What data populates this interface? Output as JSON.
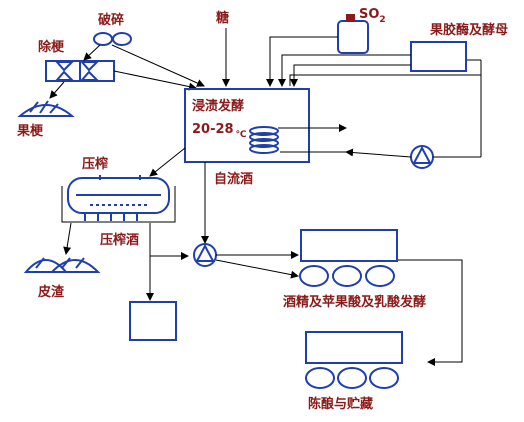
{
  "labels": {
    "crush": "破碎",
    "destem": "除梗",
    "stems": "果梗",
    "sugar": "糖",
    "so2": "SO",
    "so2_sub": "2",
    "pectinase_yeast": "果胶酶及酵母",
    "maceration": "浸渍发酵",
    "temperature": "20-28",
    "temperature_unit": "℃",
    "free_run": "自流酒",
    "press": "压榨",
    "press_wine": "压榨酒",
    "pomace": "皮渣",
    "alc_malo": "酒精及苹果酸及乳酸发酵",
    "aging": "陈酿与贮藏"
  },
  "colors": {
    "equipment": "#1f3fae",
    "labels": "#8b1a1a",
    "lines": "#000000"
  }
}
